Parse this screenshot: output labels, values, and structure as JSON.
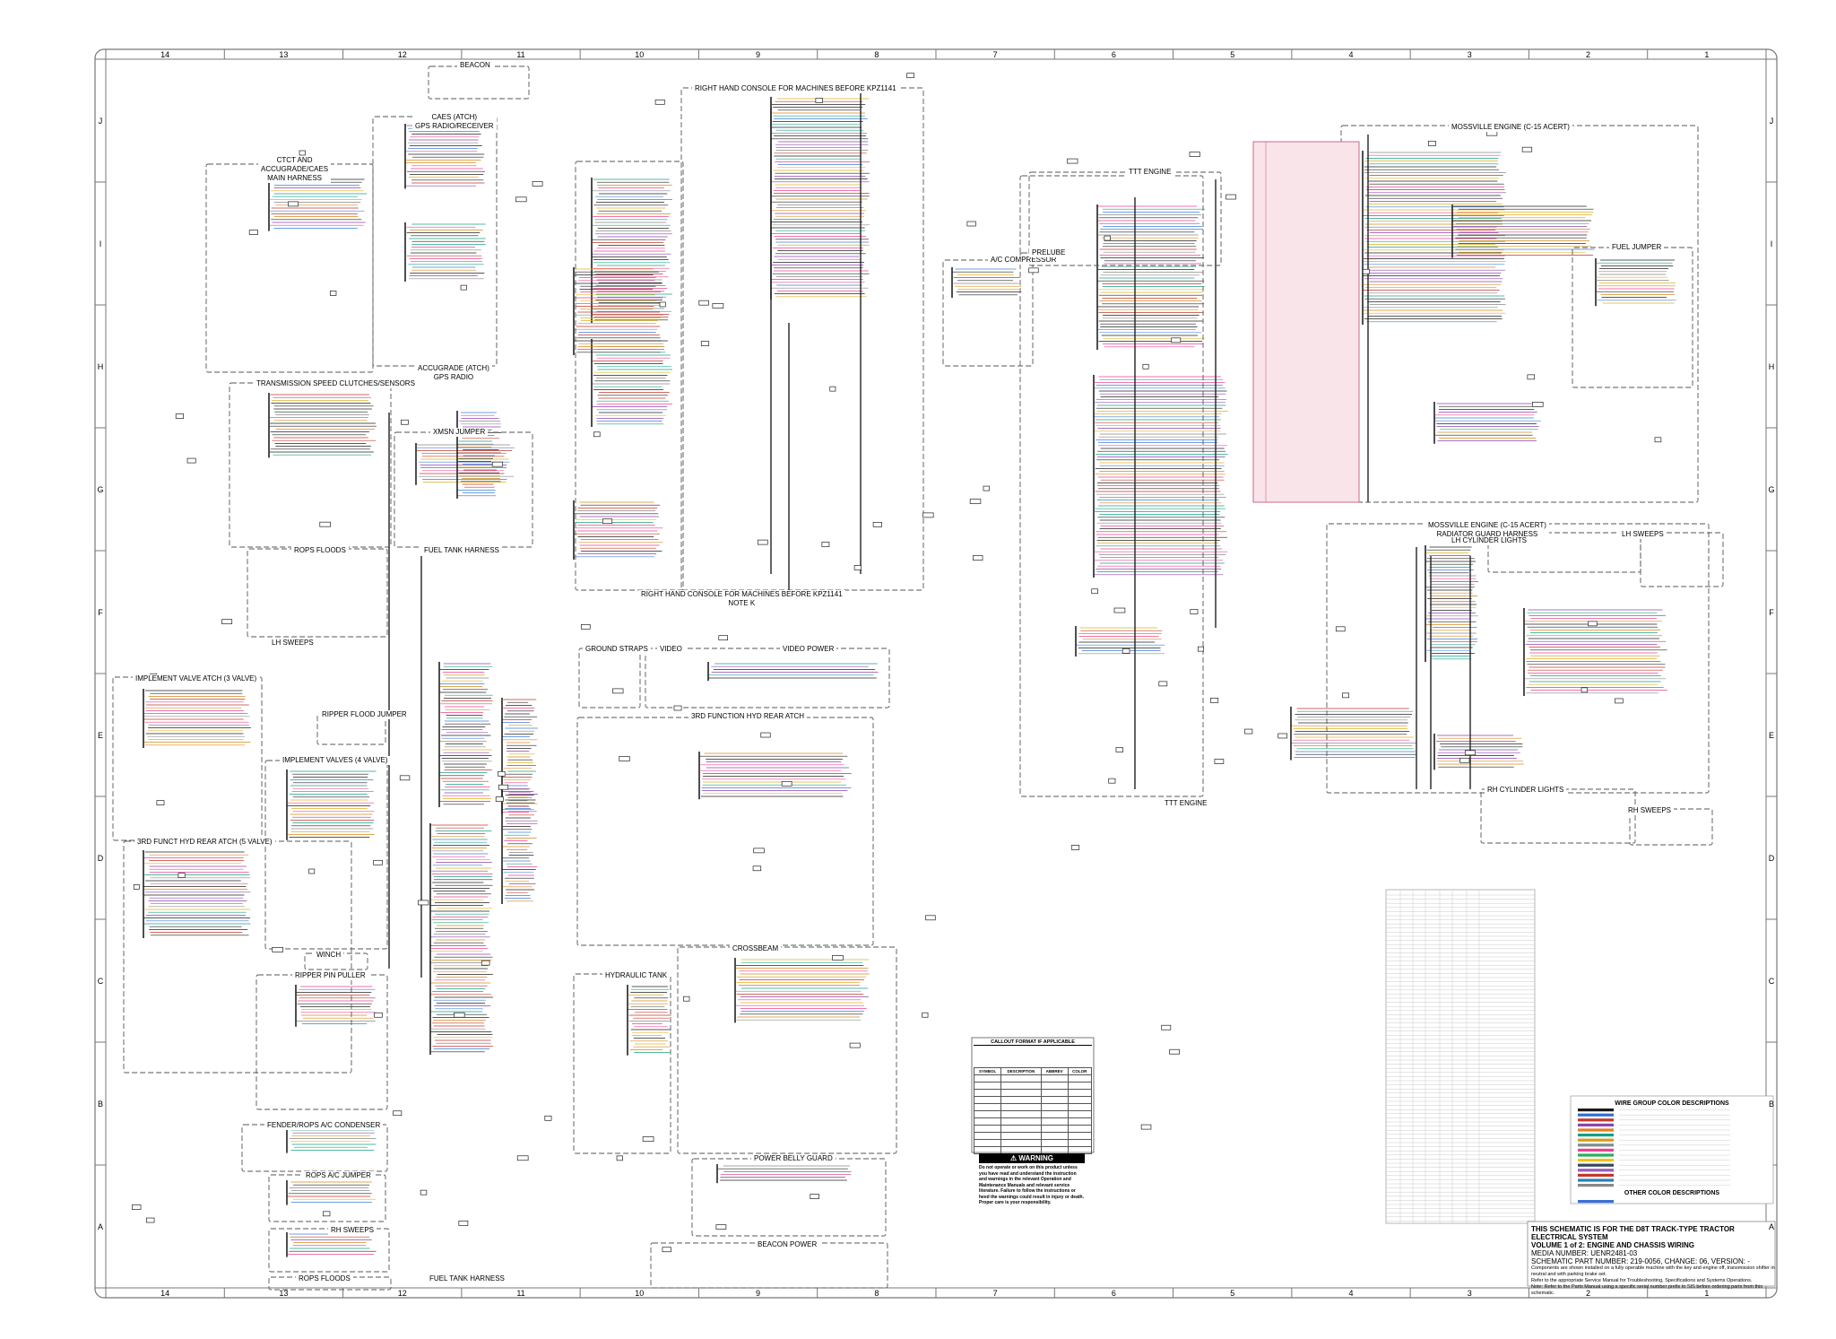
{
  "sheet": {
    "columns": [
      "14",
      "13",
      "12",
      "11",
      "10",
      "9",
      "8",
      "7",
      "6",
      "5",
      "4",
      "3",
      "2",
      "1"
    ],
    "rows": [
      "J",
      "I",
      "H",
      "G",
      "F",
      "E",
      "D",
      "C",
      "B",
      "A"
    ]
  },
  "harness_labels": {
    "beacon": "BEACON",
    "caes_gps": "CAES (ATCH)\nGPS RADIO/RECEIVER",
    "ctct_main": "CTCT AND\nACCUGRADE/CAES\nMAIN HARNESS",
    "accugrade_gps": "ACCUGRADE (ATCH)\nGPS RADIO",
    "trans_speed": "TRANSMISSION SPEED CLUTCHES/SENSORS",
    "xmsn_jumper": "XMSN JUMPER",
    "rops_floods_top": "ROPS FLOODS",
    "fuel_tank_top": "FUEL TANK HARNESS",
    "lh_sweeps_left": "LH SWEEPS",
    "impl_valve_3": "IMPLEMENT VALVE ATCH (3 VALVE)",
    "ripper_flood": "RIPPER FLOOD JUMPER",
    "impl_valves_4": "IMPLEMENT VALVES (4 VALVE)",
    "third_funct_5": "3RD FUNCT HYD REAR ATCH (5 VALVE)",
    "winch": "WINCH",
    "ripper_pin": "RIPPER PIN PULLER",
    "fender_rops": "FENDER/ROPS A/C CONDENSER",
    "rops_ac_jumper": "ROPS A/C JUMPER",
    "rh_sweeps_bottom": "RH SWEEPS",
    "rops_floods_bottom": "ROPS FLOODS",
    "fuel_tank_bottom": "FUEL TANK HARNESS",
    "rh_console_top": "RIGHT HAND CONSOLE FOR MACHINES BEFORE KPZ1141",
    "rh_console_bottom": "RIGHT HAND CONSOLE FOR MACHINES BEFORE KPZ1141\nNOTE K",
    "ground_straps": "GROUND STRAPS",
    "video": "VIDEO",
    "video_power": "VIDEO POWER",
    "third_function": "3RD FUNCTION HYD REAR ATCH",
    "crossbeam": "CROSSBEAM",
    "hydraulic_tank": "HYDRAULIC TANK",
    "power_belly": "POWER BELLY GUARD",
    "beacon_power": "BEACON POWER",
    "ac_compressor": "A/C COMPRESSOR",
    "prelube": "PRELUBE",
    "ttt_engine_top": "TTT ENGINE",
    "ttt_engine_bottom": "TTT ENGINE",
    "mossville_top": "MOSSVILLE ENGINE (C-15 ACERT)",
    "mossville_mid": "MOSSVILLE ENGINE (C-15 ACERT)\nRADIATOR GUARD HARNESS",
    "fuel_jumper": "FUEL JUMPER",
    "lh_cyl_lights": "LH CYLINDER LIGHTS",
    "lh_sweeps_right": "LH SWEEPS",
    "rh_cyl_lights": "RH CYLINDER LIGHTS",
    "rh_sweeps_right": "RH SWEEPS"
  },
  "callout": {
    "title": "CALLOUT FORMAT IF APPLICABLE",
    "columns": [
      "SYMBOL",
      "DESCRIPTION",
      "ABBREV",
      "COLOR"
    ]
  },
  "warning": {
    "title": "⚠ WARNING",
    "body": "Do not operate or work on this product unless you have read and understand the instruction and warnings in the relevant Operation and Maintenance Manuals and relevant service literature. Failure to follow the instructions or heed the warnings could result in injury or death. Proper care is your responsibility."
  },
  "color_legend": {
    "title": "WIRE GROUP COLOR DESCRIPTIONS",
    "other_title": "OTHER COLOR DESCRIPTIONS",
    "colors": [
      "#1a1a1a",
      "#2f6fd6",
      "#c0392b",
      "#8e44ad",
      "#e67e22",
      "#16a085",
      "#d4a017",
      "#7f8c8d",
      "#e84393",
      "#27ae60",
      "#f1c40f",
      "#34495e",
      "#9b59b6",
      "#c0392b",
      "#2980b9",
      "#888888"
    ],
    "other_colors": [
      "#3b6fd6"
    ]
  },
  "title_block": {
    "line1": "THIS SCHEMATIC IS FOR THE D8T TRACK-TYPE TRACTOR ELECTRICAL SYSTEM",
    "line2": "VOLUME 1 of 2: ENGINE AND CHASSIS WIRING",
    "line3": "MEDIA NUMBER: UENR2481-03",
    "line4": "SCHEMATIC PART NUMBER: 219-0056, CHANGE: 06, VERSION: -",
    "line5": "Components are shown installed on a fully operable machine with the key and engine off, transmission shifter in neutral and with parking brake set.",
    "line6": "Refer to the appropriate Service Manual for Troubleshooting, Specifications and Systems Operations.",
    "line7": "Note: Refer to the Parts Manual using a specific serial number prefix to SIS before ordering parts from this schematic."
  }
}
